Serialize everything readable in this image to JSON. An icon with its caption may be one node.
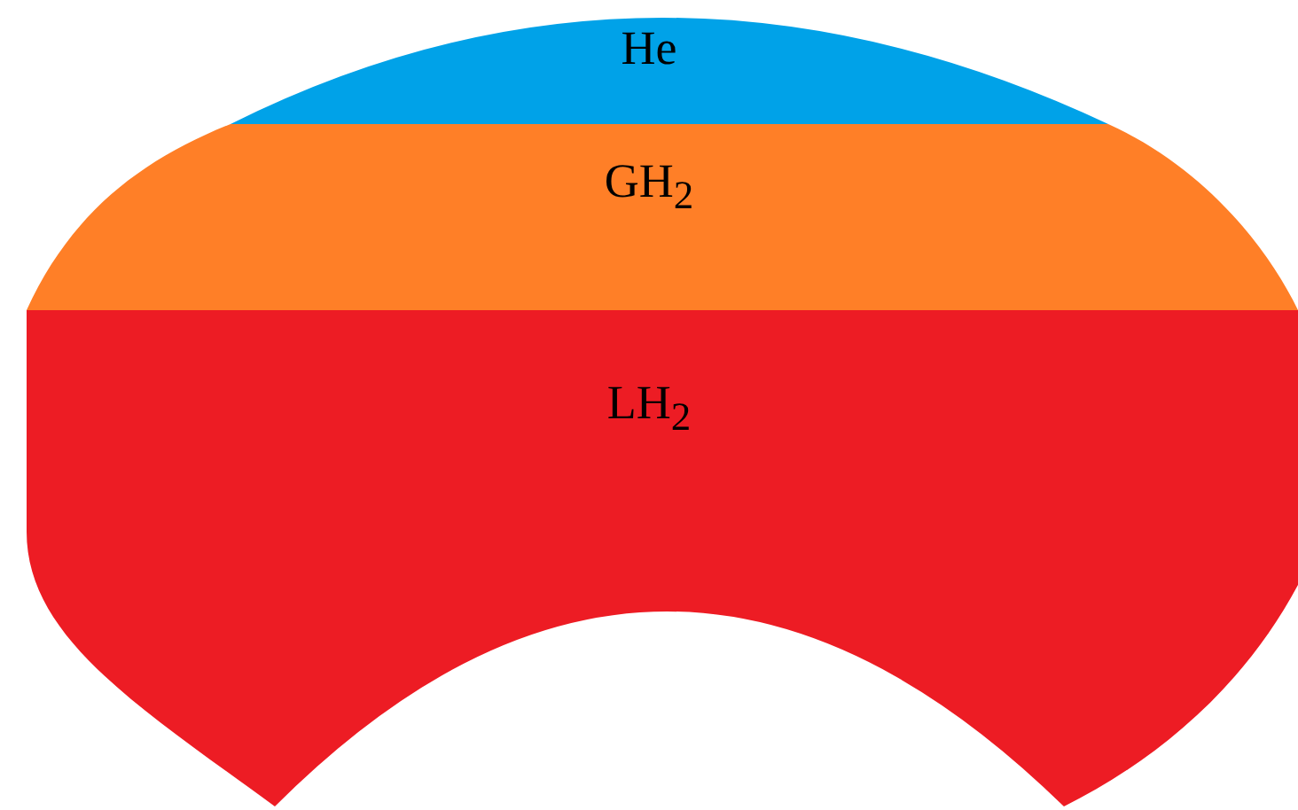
{
  "diagram": {
    "nodes": [
      {
        "text": [
          "He"
        ]
      },
      {
        "text": [
          "GH$_{2}$"
        ]
      },
      {
        "text": [
          "LH$_{2}$"
        ]
      }
    ]
  }
}
